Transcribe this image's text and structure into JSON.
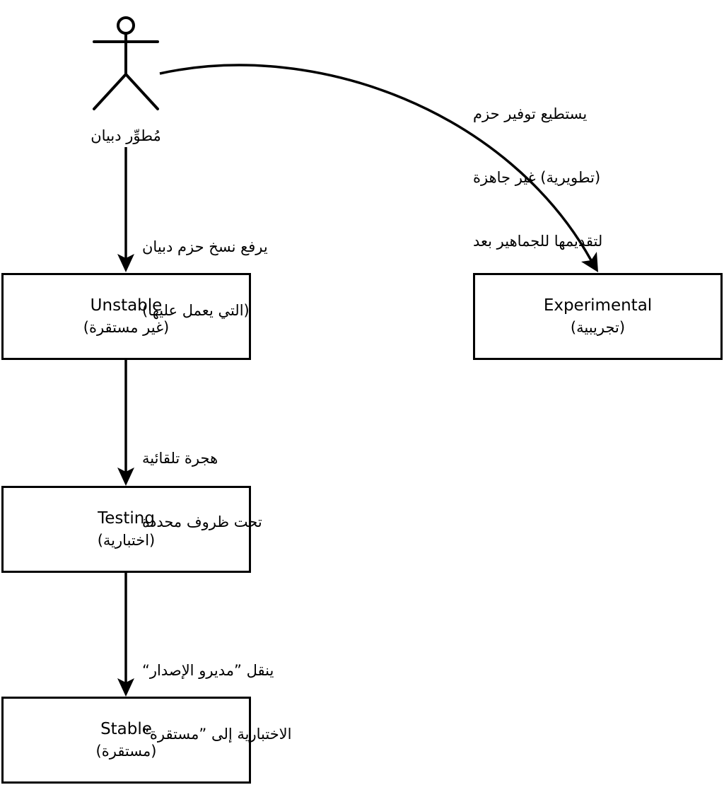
{
  "actor": {
    "label": "مُطوِّر دبيان"
  },
  "boxes": {
    "unstable": {
      "title": "Unstable",
      "subtitle": "(غير مستقرة)"
    },
    "experimental": {
      "title": "Experimental",
      "subtitle": "(تجريبية)"
    },
    "testing": {
      "title": "Testing",
      "subtitle": "(اختبارية)"
    },
    "stable": {
      "title": "Stable",
      "subtitle": "(مستقرة)"
    }
  },
  "edges": {
    "developer_to_unstable": {
      "line1": "يرفع نسخ حزم دبيان",
      "line2": "(التي يعمل عليها)"
    },
    "developer_to_experimental": {
      "line1": "يستطيع توفير حزم",
      "line2": "(تطويرية) غير جاهزة",
      "line3": "لتقديمها للجماهير بعد"
    },
    "unstable_to_testing": {
      "line1": "هجرة تلقائية",
      "line2": "تحت ظروف محددة"
    },
    "testing_to_stable": {
      "line1": "ينقل ”مديرو الإصدار“",
      "line2": "الاختبارية إلى ”مستقرة“"
    }
  }
}
